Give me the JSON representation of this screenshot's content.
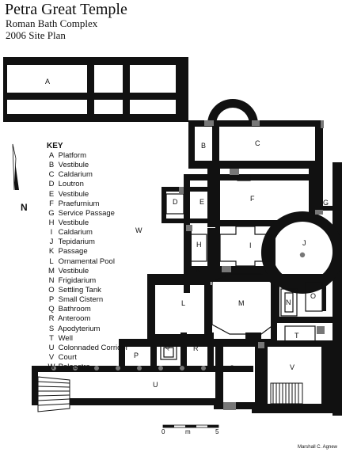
{
  "header": {
    "title": "Petra Great Temple",
    "subtitle": "Roman Bath Complex",
    "plan_name": "2006 Site Plan"
  },
  "key": {
    "heading": "KEY",
    "items": [
      {
        "letter": "A",
        "name": "Platform"
      },
      {
        "letter": "B",
        "name": "Vestibule"
      },
      {
        "letter": "C",
        "name": "Caldarium"
      },
      {
        "letter": "D",
        "name": "Loutron"
      },
      {
        "letter": "E",
        "name": "Vestibule"
      },
      {
        "letter": "F",
        "name": "Praefurnium"
      },
      {
        "letter": "G",
        "name": "Service Passage"
      },
      {
        "letter": "H",
        "name": "Vestibule"
      },
      {
        "letter": "I",
        "name": "Caldarium"
      },
      {
        "letter": "J",
        "name": "Tepidarium"
      },
      {
        "letter": "K",
        "name": "Passage"
      },
      {
        "letter": "L",
        "name": "Ornamental Pool"
      },
      {
        "letter": "M",
        "name": "Vestibule"
      },
      {
        "letter": "N",
        "name": "Frigidarium"
      },
      {
        "letter": "O",
        "name": "Settling Tank"
      },
      {
        "letter": "P",
        "name": "Small Cistern"
      },
      {
        "letter": "Q",
        "name": "Bathroom"
      },
      {
        "letter": "R",
        "name": "Anteroom"
      },
      {
        "letter": "S",
        "name": "Apodyterium"
      },
      {
        "letter": "T",
        "name": "Well"
      },
      {
        "letter": "U",
        "name": "Colonnaded Corridor"
      },
      {
        "letter": "V",
        "name": "Court"
      },
      {
        "letter": "W",
        "name": "Palaestra"
      }
    ]
  },
  "north_label": "N",
  "scale": {
    "start": "0",
    "unit": "m",
    "end": "5"
  },
  "credit": "Marshall C. Agnew",
  "room_labels": {
    "A": "A",
    "B": "B",
    "C": "C",
    "D": "D",
    "E": "E",
    "F": "F",
    "G": "G",
    "H": "H",
    "I": "I",
    "J": "J",
    "K": "K",
    "L": "L",
    "M": "M",
    "N": "N",
    "O": "O",
    "P": "P",
    "Q": "Q",
    "R": "R",
    "S": "S",
    "T": "T",
    "U": "U",
    "V": "V",
    "W": "W"
  },
  "colors": {
    "wall": "#111111",
    "hatch": "#666666",
    "background": "#ffffff"
  }
}
